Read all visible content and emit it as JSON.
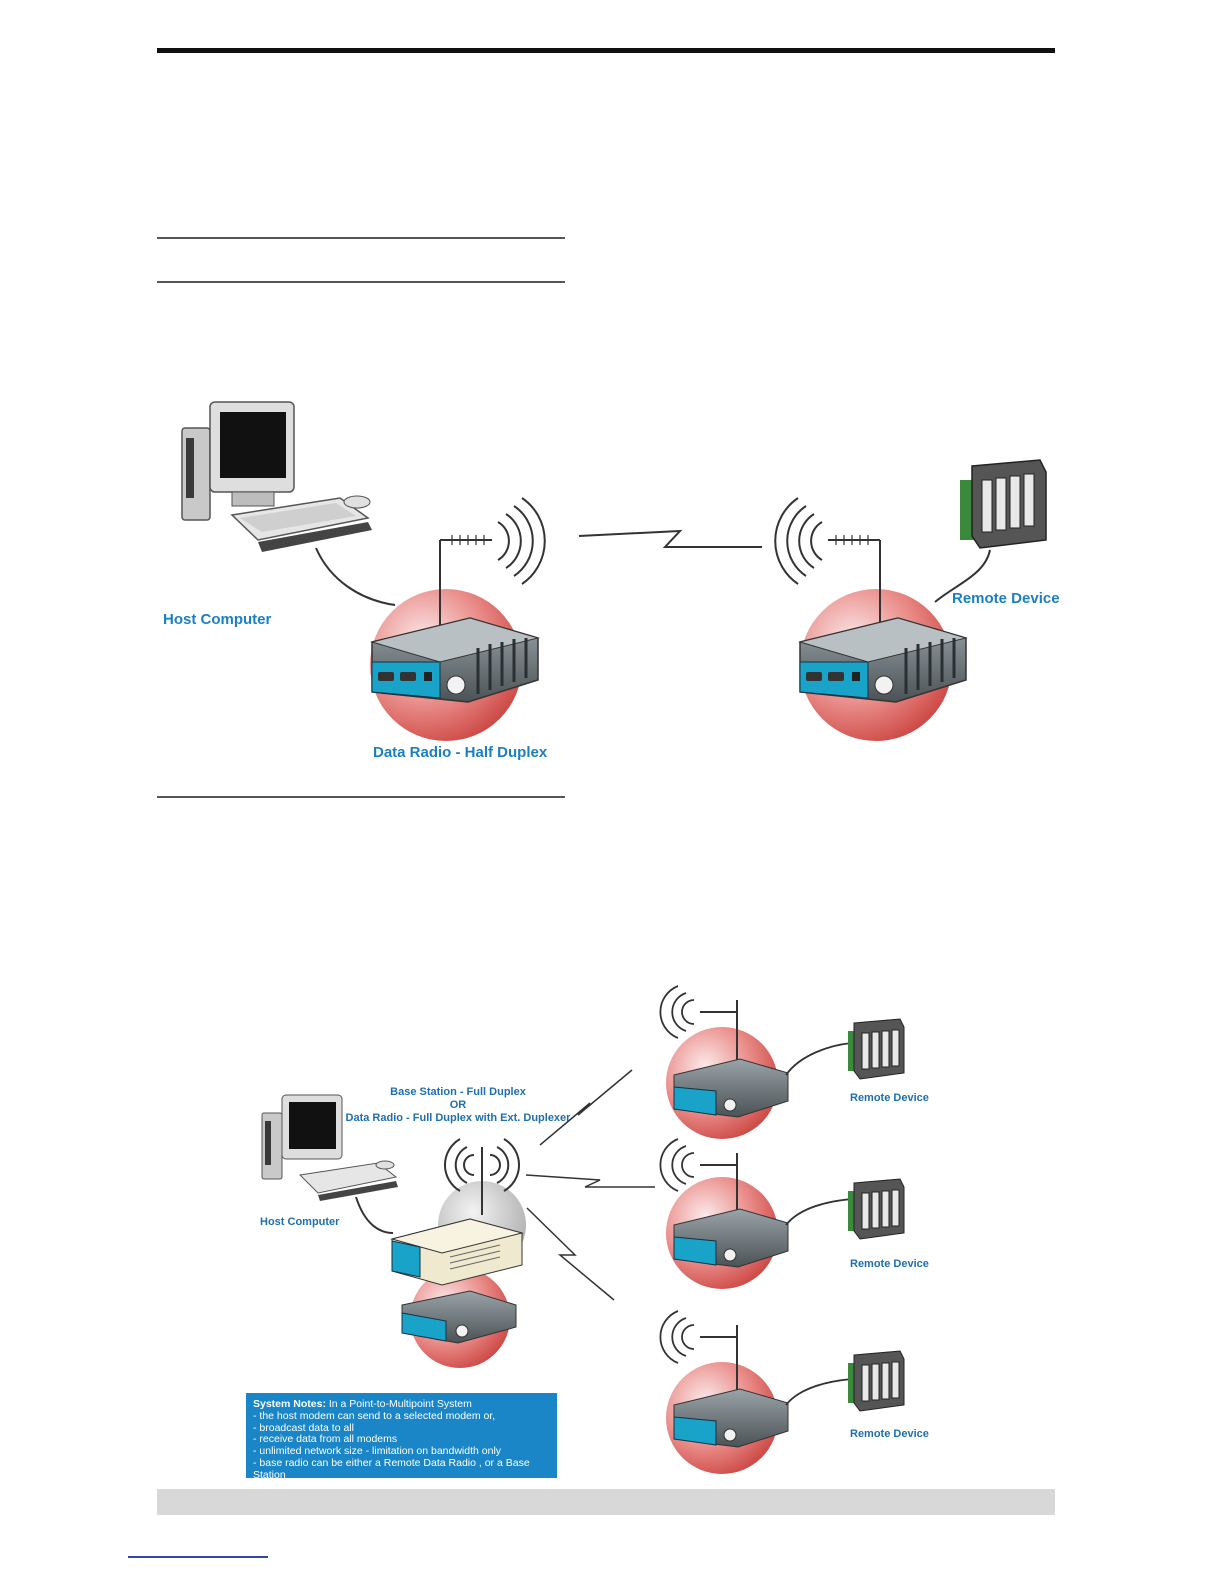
{
  "diagram1": {
    "host_label": "Host Computer",
    "radio_label": "Data Radio - Half Duplex",
    "remote_label": "Remote Device"
  },
  "diagram2": {
    "base_line1": "Base Station - Full Duplex",
    "base_line2": "OR",
    "base_line3": "Data Radio - Full Duplex with Ext. Duplexer",
    "host_label": "Host Computer",
    "remote_labels": [
      "Remote Device",
      "Remote Device",
      "Remote Device"
    ]
  },
  "notes": {
    "heading": "System Notes:",
    "intro": " In a Point-to-Multipoint System",
    "items": [
      "- the host modem can send to a selected modem or,",
      "- broadcast data to all",
      "- receive data from all modems",
      "- unlimited network size - limitation on bandwidth only",
      "- base radio can be either a Remote Data Radio , or a Base Station"
    ]
  },
  "colors": {
    "label_blue": "#1c7fc4",
    "notes_bg": "#1a86c8",
    "radio_circle": "#d9534f",
    "radio_teal": "#1aa3c8"
  }
}
